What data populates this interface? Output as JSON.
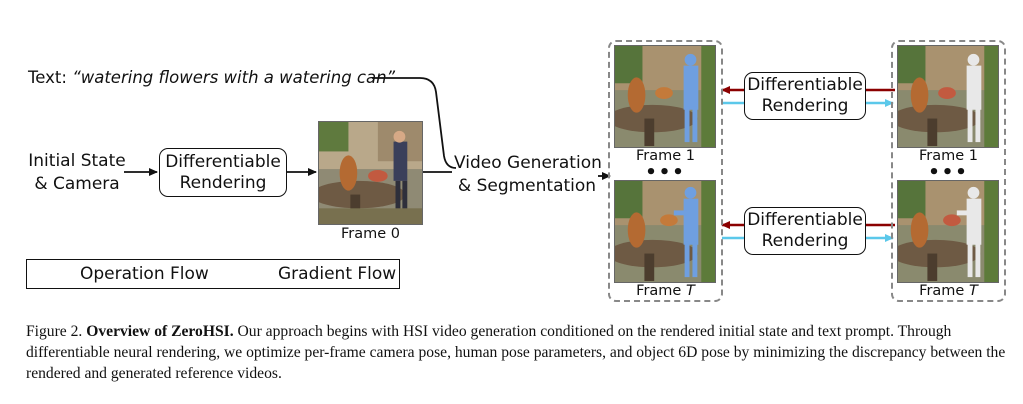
{
  "diagram": {
    "text_prompt_prefix": "Text:",
    "text_prompt": "“watering flowers with a watering can”",
    "initial_state": [
      "Initial State",
      "& Camera"
    ],
    "diff_render": [
      "Differentiable",
      "Rendering"
    ],
    "frame0_caption": "Frame 0",
    "video_gen": [
      "Video Generation",
      "& Segmentation"
    ],
    "frame1_caption": "Frame 1",
    "frameT_caption_prefix": "Frame",
    "frameT_caption_var": "T",
    "ellipsis": "•••",
    "legend": {
      "operation": "Operation Flow",
      "gradient": "Gradient Flow"
    },
    "colors": {
      "operation": "#8b0000",
      "gradient": "#5bc8ea",
      "human_mask": "#6f9fe0",
      "human_render": "#e8e8e8"
    }
  },
  "caption": {
    "label": "Figure 2.",
    "title": "Overview of ZeroHSI.",
    "body": "Our approach begins with HSI video generation conditioned on the rendered initial state and text prompt. Through differentiable neural rendering, we optimize per-frame camera pose, human pose parameters, and object 6D pose by minimizing the discrepancy between the rendered and generated reference videos."
  }
}
